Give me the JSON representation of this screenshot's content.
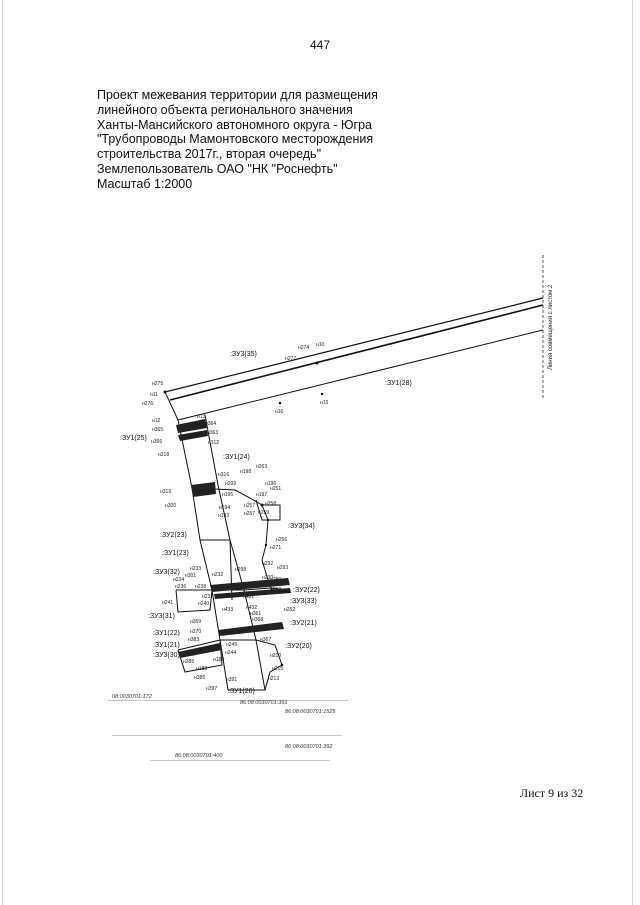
{
  "page_number": "447",
  "title_lines": [
    "Проект межевания территории для размещения",
    "линейного объекта регионального значения",
    "Ханты-Мансийского автономного округа - Югра",
    "\"Трубопроводы Мамонтовского месторождения",
    "строительства 2017г., вторая очередь\"",
    "Землепользователь ОАО \"НК \"Роснефть\"",
    "Масштаб 1:2000"
  ],
  "side_label": "Линия совмещения с листом 2",
  "footer": "Лист 9 из 32",
  "zone_labels": [
    ":ЗУ3(35)",
    ":ЗУ1(28)",
    ":ЗУ1(25)",
    ":ЗУ1(24)",
    ":ЗУ3(34)",
    ":ЗУ2(23)",
    ":ЗУ1(23)",
    ":ЗУ3(32)",
    ":ЗУ2(22)",
    ":ЗУ3(33)",
    ":ЗУ3(31)",
    ":ЗУ2(21)",
    ":ЗУ1(22)",
    ":ЗУ1(21)",
    ":ЗУ2(20)",
    ":ЗУ3(30)",
    ":ЗУ1(20)"
  ],
  "cadastral_labels": [
    "08:0030701:172",
    "86:08:0030701:391",
    "86:08:0030701:1525",
    "86:08:0030701:392",
    "86:08:0030701:400"
  ],
  "point_labels": [
    "н274",
    "н10",
    "н277",
    "н275",
    "н11",
    "н276",
    "н16",
    "н15",
    "н12",
    "н13",
    "н364",
    "н365",
    "н363",
    "н366",
    "н312",
    "н318",
    "н263",
    "н316",
    "н198",
    "н196",
    "н299",
    "н251",
    "н319",
    "н195",
    "н197",
    "н258",
    "н300",
    "н194",
    "н257",
    "н259",
    "н193",
    "н257",
    "н256",
    "н271",
    "н292",
    "н233",
    "н232",
    "н298",
    "н293",
    "н230",
    "н236",
    "н234",
    "н301",
    "н238",
    "н289",
    "н237",
    "н431",
    "н262",
    "н241",
    "н240",
    "н433",
    "н432",
    "н252",
    "н369",
    "н370",
    "н361",
    "н368",
    "н383",
    "н245",
    "н367",
    "н384",
    "н244",
    "н210",
    "н385",
    "н189",
    "н188",
    "н215",
    "н386",
    "н213",
    "н391",
    "н397"
  ]
}
